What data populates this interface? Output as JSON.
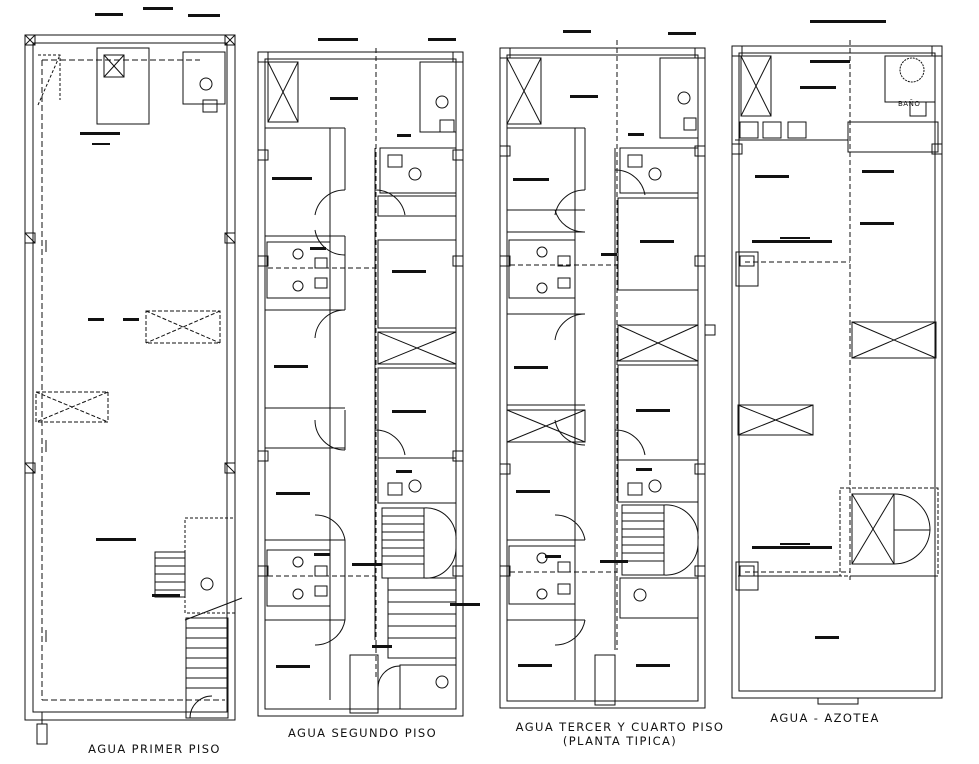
{
  "captions": {
    "first_floor": "AGUA  PRIMER PISO",
    "second_floor": "AGUA  SEGUNDO  PISO",
    "third_fourth_floor": "AGUA TERCER Y CUARTO  PISO",
    "third_fourth_sub": "(PLANTA TIPICA)",
    "roof": "AGUA  -  AZOTEA"
  },
  "room_tag": "BAÑO"
}
